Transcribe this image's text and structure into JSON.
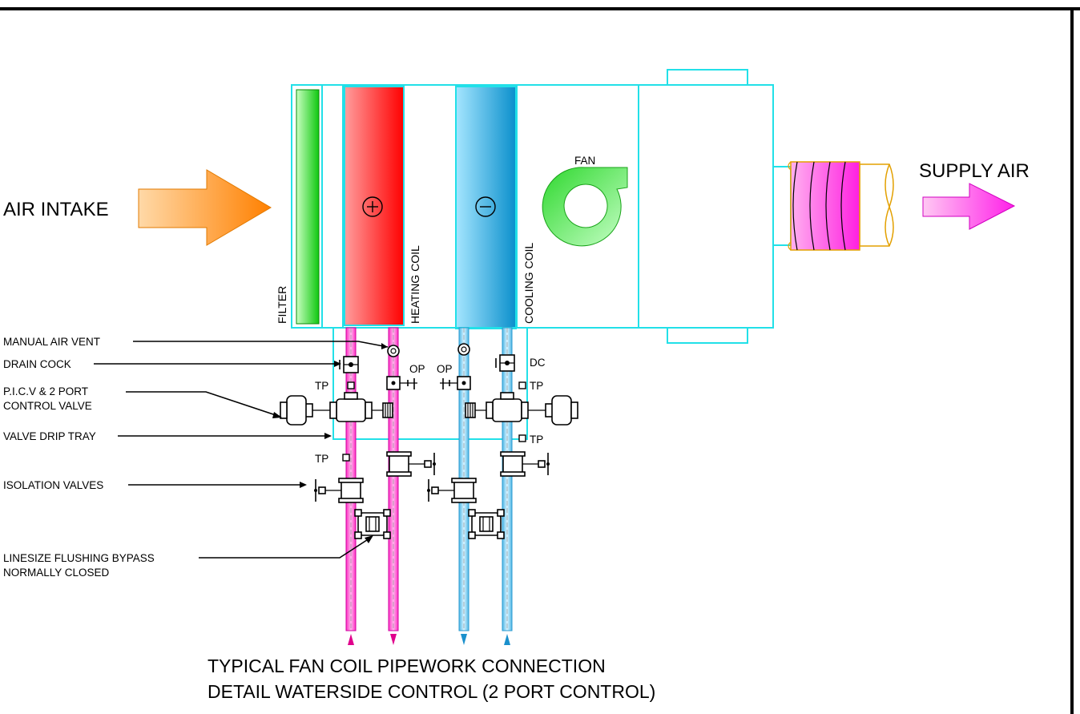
{
  "labels": {
    "air_intake": "AIR INTAKE",
    "supply_air": "SUPPLY AIR",
    "fan": "FAN",
    "filter": "FILTER",
    "heating_coil": "HEATING COIL",
    "cooling_coil": "COOLING COIL",
    "heating_symbol": "+",
    "cooling_symbol": "−"
  },
  "callouts": {
    "manual_air_vent": "MANUAL AIR VENT",
    "drain_cock": "DRAIN COCK",
    "picv_line1": "P.I.C.V & 2 PORT",
    "picv_line2": "CONTROL VALVE",
    "valve_drip_tray": "VALVE DRIP TRAY",
    "isolation_valves": "ISOLATION VALVES",
    "flushing_line1": "LINESIZE FLUSHING BYPASS",
    "flushing_line2": "NORMALLY CLOSED"
  },
  "tags": {
    "op": "OP",
    "tp": "TP",
    "dc": "DC"
  },
  "title": {
    "line1": "TYPICAL FAN COIL PIPEWORK CONNECTION",
    "line2": "DETAIL WATERSIDE CONTROL (2 PORT CONTROL)"
  },
  "colors": {
    "unit_outline": "#22e0e8",
    "heating_pipe": "#ff2fc4",
    "cooling_pipe": "#5ac8f0",
    "heating_coil": "#ff1f1f",
    "cooling_coil": "#0a9ad6",
    "filter": "#22dd22",
    "fan": "#2de22d",
    "intake_arrow": "#ff8a00",
    "supply_arrow": "#ff3fe0"
  }
}
